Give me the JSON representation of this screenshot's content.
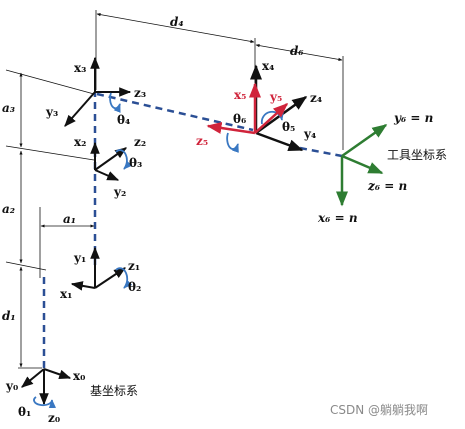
{
  "colors": {
    "axis": "#111111",
    "link_dash": "#2b4f95",
    "rotation": "#3a78c2",
    "frame5": "#d0243b",
    "tool_frame": "#2e7d32"
  },
  "dimensions": {
    "a3": "a₃",
    "a2": "a₂",
    "a1": "a₁",
    "d1": "d₁",
    "d4": "d₄",
    "d6": "d₆"
  },
  "frames": {
    "f0": {
      "x": "x₀",
      "y": "y₀",
      "z": "z₀",
      "theta": "θ₁",
      "name": "基坐标系"
    },
    "f1": {
      "x": "x₁",
      "y": "y₁",
      "z": "z₁",
      "theta": "θ₂"
    },
    "f2": {
      "x": "x₂",
      "y": "y₂",
      "z": "z₂",
      "theta": "θ₃"
    },
    "f3": {
      "x": "x₃",
      "y": "y₃",
      "z": "z₃",
      "theta": "θ₄"
    },
    "f4": {
      "x": "x₄",
      "y": "y₄",
      "z": "z₄",
      "theta": "θ₅"
    },
    "f5": {
      "x": "x₅",
      "y": "y₅",
      "z": "z₅",
      "theta": "θ₆"
    },
    "f6": {
      "x": "x₆ = n",
      "y": "y₆ = n",
      "z": "z₆ = n",
      "name": "工具坐标系"
    }
  },
  "watermark": "CSDN @躺躺我啊"
}
